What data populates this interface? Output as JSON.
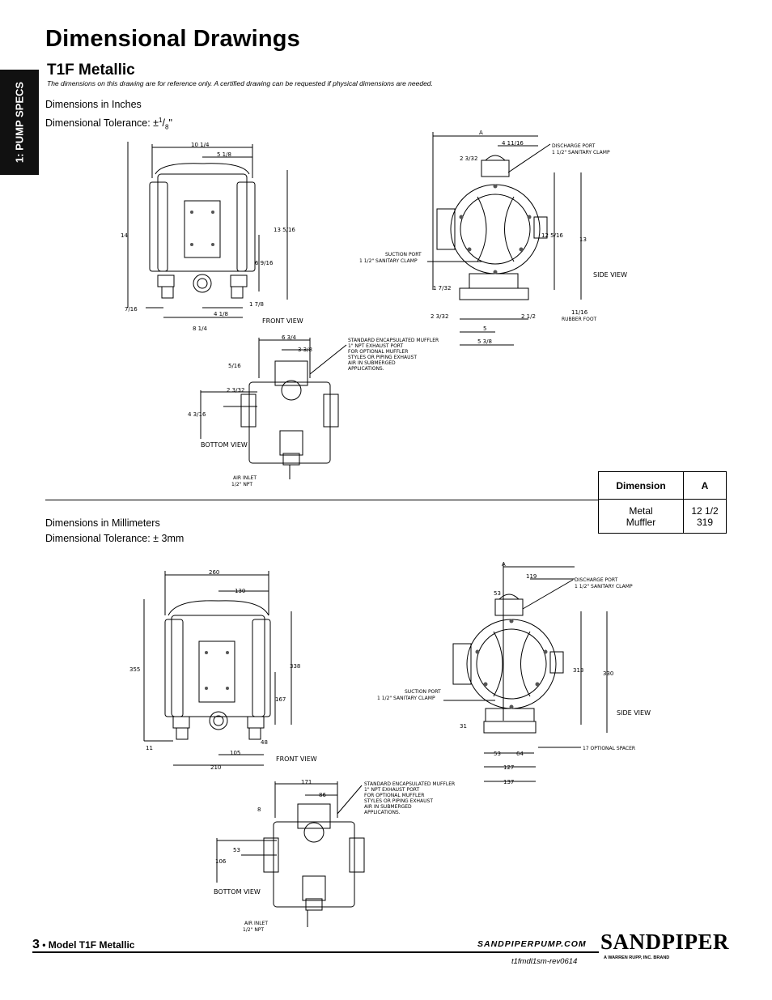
{
  "page": {
    "title": "Dimensional Drawings",
    "subtitle": "T1F Metallic",
    "note": "The dimensions on this drawing are for reference only.  A certified drawing can be requested if physical dimensions are needed.",
    "tab": "1: PUMP SPECS"
  },
  "inches": {
    "heading": "Dimensions in Inches",
    "tolerance_prefix": "Dimensional Tolerance: ±",
    "tolerance_num": "1",
    "tolerance_den": "8",
    "tolerance_suffix": "\"",
    "front": {
      "label": "FRONT VIEW",
      "d1": "10 1/4",
      "d2": "5 1/8",
      "d3": "14",
      "d4": "13 5/16",
      "d5": "6 9/16",
      "d6": "7/16",
      "d7": "4 1/8",
      "d8": "1 7/8",
      "d9": "8 1/4"
    },
    "side": {
      "label": "SIDE VIEW",
      "a": "A",
      "d1": "4 11/16",
      "d2": "2 3/32",
      "d3": "12 5/16",
      "d4": "13",
      "d5": "1 7/32",
      "d6": "2 3/32",
      "d7": "2 1/2",
      "d8": "5",
      "d9": "5 3/8",
      "d10": "11/16",
      "discharge": [
        "DISCHARGE PORT",
        "1 1/2\" SANITARY CLAMP"
      ],
      "suction": [
        "SUCTION PORT",
        "1 1/2\" SANITARY CLAMP"
      ],
      "foot": "RUBBER FOOT"
    },
    "bottom": {
      "label": "BOTTOM VIEW",
      "d1": "6 3/4",
      "d2": "3 3/8",
      "d3": "5/16",
      "d4": "2 3/32",
      "d5": "4 3/16",
      "muffler": [
        "STANDARD ENCAPSULATED MUFFLER",
        "1\" NPT EXHAUST PORT",
        "FOR OPTIONAL MUFFLER",
        "STYLES OR PIPING EXHAUST",
        "AIR IN SUBMERGED",
        "APPLICATIONS."
      ],
      "air": [
        "AIR INLET",
        "1/2\" NPT"
      ]
    }
  },
  "mm": {
    "heading": "Dimensions in Millimeters",
    "tolerance": "Dimensional Tolerance: ± 3mm",
    "front": {
      "label": "FRONT VIEW",
      "d1": "260",
      "d2": "130",
      "d3": "355",
      "d4": "338",
      "d5": "167",
      "d6": "11",
      "d7": "105",
      "d8": "48",
      "d9": "210"
    },
    "side": {
      "label": "SIDE VIEW",
      "a": "A",
      "d1": "119",
      "d2": "53",
      "d3": "313",
      "d4": "330",
      "d5": "31",
      "d6": "53",
      "d7": "64",
      "d8": "127",
      "d9": "137",
      "discharge": [
        "DISCHARGE PORT",
        "1 1/2\" SANITARY CLAMP"
      ],
      "suction": [
        "SUCTION PORT",
        "1 1/2\" SANITARY CLAMP"
      ],
      "spacer": "17 OPTIONAL SPACER"
    },
    "bottom": {
      "label": "BOTTOM VIEW",
      "d1": "171",
      "d2": "86",
      "d3": "8",
      "d4": "53",
      "d5": "106",
      "muffler": [
        "STANDARD ENCAPSULATED MUFFLER",
        "1\" NPT EXHAUST PORT",
        "FOR OPTIONAL MUFFLER",
        "STYLES OR PIPING EXHAUST",
        "AIR IN SUBMERGED",
        "APPLICATIONS."
      ],
      "air": [
        "AIR INLET",
        "1/2\" NPT"
      ]
    }
  },
  "table": {
    "header": [
      "Dimension",
      "A"
    ],
    "row_label": [
      "Metal",
      "Muffler"
    ],
    "row_value": [
      "12 1/2",
      "319"
    ]
  },
  "footer": {
    "page_num": "3",
    "model": " • Model T1F Metallic",
    "website": "SANDPIPERPUMP.COM",
    "rev": "t1fmdl1sm-rev0614",
    "logo": "SANDPIPER",
    "logo_sub": "A WARREN RUPP, INC. BRAND"
  }
}
